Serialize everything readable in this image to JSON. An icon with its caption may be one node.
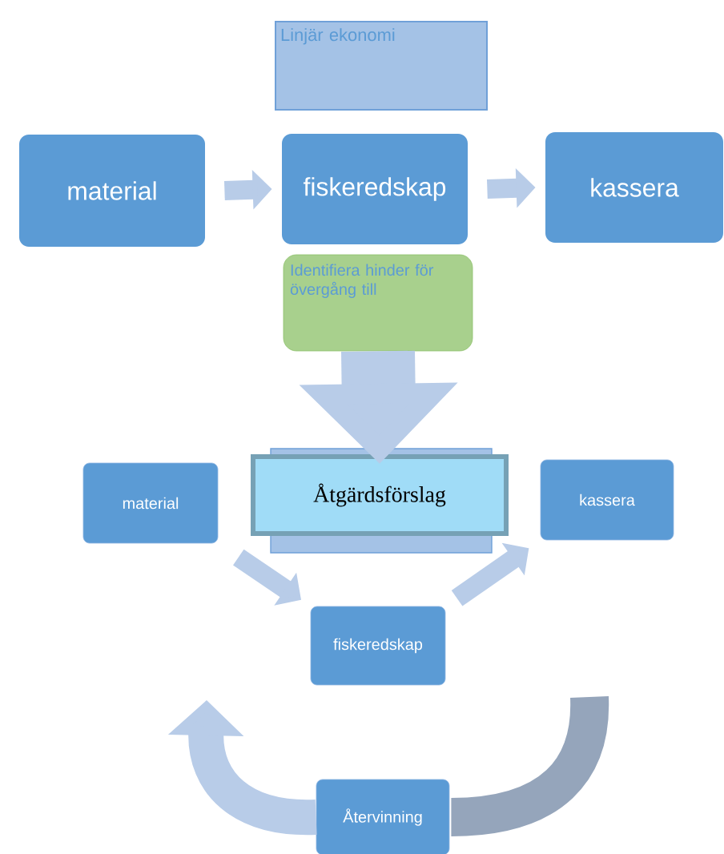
{
  "diagram": {
    "nodes": [
      {
        "text": [
          "Linjär ekonomi"
        ]
      },
      {
        "text": [
          "material"
        ]
      },
      {
        "text": [
          "fiskeredskap"
        ]
      },
      {
        "text": [
          "kassera"
        ]
      },
      {
        "text": [
          "Identifiera hinder för övergång till"
        ]
      },
      {
        "text": [
          "Åtgärdsförslag"
        ]
      },
      {
        "text": [
          "material"
        ]
      },
      {
        "text": [
          "kassera"
        ]
      },
      {
        "text": [
          "fiskeredskap"
        ]
      },
      {
        "text": [
          "Återvinning"
        ]
      }
    ],
    "edges": [
      {
        "from": 1,
        "to": 2,
        "arrow": "to"
      },
      {
        "from": 2,
        "to": 3,
        "arrow": "to"
      },
      {
        "from": 4,
        "to": 5,
        "arrow": "to",
        "style": "thick"
      },
      {
        "from": 6,
        "to": 8,
        "arrow": "to"
      },
      {
        "from": 8,
        "to": 7,
        "arrow": "to"
      },
      {
        "from": 9,
        "to": null,
        "arrow": "to",
        "style": "thick"
      },
      {
        "from": null,
        "to": 9,
        "arrow": "none",
        "style": "thick",
        "color": "#95a5bb"
      }
    ]
  }
}
